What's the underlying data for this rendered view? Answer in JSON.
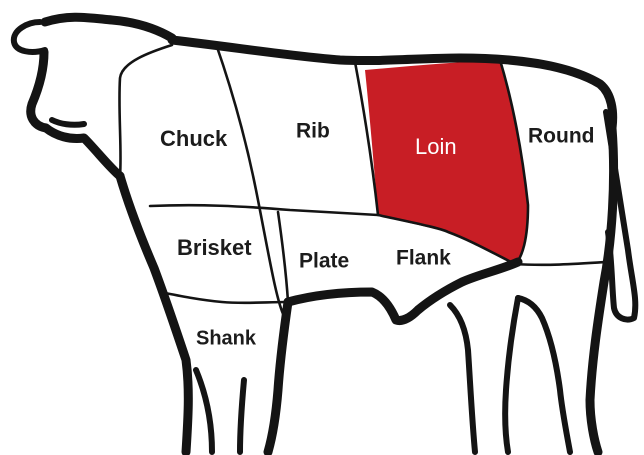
{
  "diagram": {
    "highlight_color": "#c81e25",
    "outline_color": "#141414",
    "label_color": "#1c1c1c",
    "highlighted_cut": "Loin",
    "cuts": {
      "chuck": "Chuck",
      "rib": "Rib",
      "loin": "Loin",
      "round": "Round",
      "brisket": "Brisket",
      "plate": "Plate",
      "flank": "Flank",
      "shank": "Shank"
    }
  }
}
